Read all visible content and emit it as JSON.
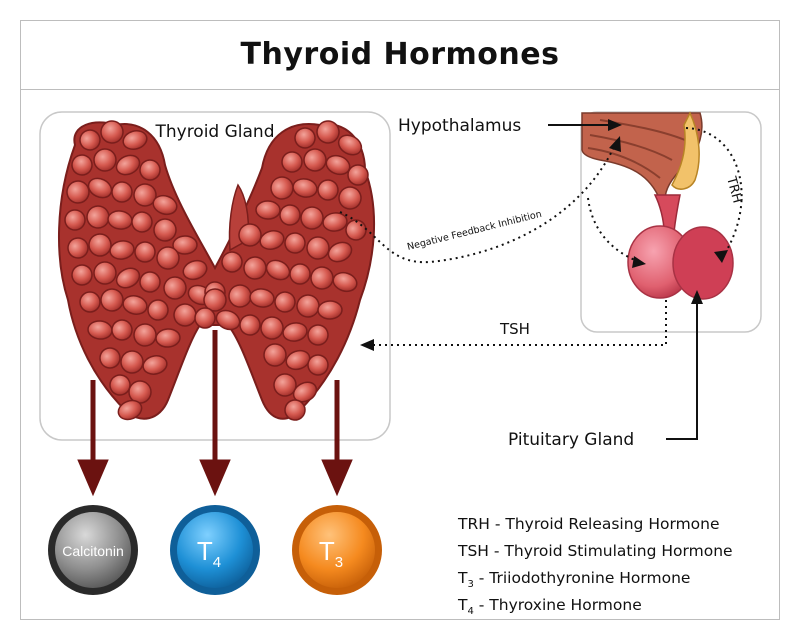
{
  "title": "Thyroid Hormones",
  "labels": {
    "thyroid_gland": "Thyroid Gland",
    "hypothalamus": "Hypothalamus",
    "pituitary_gland": "Pituitary Gland",
    "trh": "TRH",
    "tsh": "TSH",
    "negative_feedback": "Negative Feedback Inhibition"
  },
  "hormones": {
    "calcitonin": {
      "label": "Calcitonin",
      "color": "#8c8c8c"
    },
    "t4": {
      "label": "T",
      "sub": "4",
      "color": "#1e90d6"
    },
    "t3": {
      "label": "T",
      "sub": "3",
      "color": "#f58a1f"
    }
  },
  "legend": [
    {
      "abbr": "TRH",
      "sub": "",
      "text": " - Thyroid Releasing Hormone"
    },
    {
      "abbr": "TSH",
      "sub": "",
      "text": " - Thyroid Stimulating Hormone"
    },
    {
      "abbr": "T",
      "sub": "3",
      "text": " - Triiodothyronine Hormone"
    },
    {
      "abbr": "T",
      "sub": "4",
      "text": " - Thyroxine Hormone"
    }
  ],
  "colors": {
    "gland": "#c8453f",
    "gland_dark": "#7a1e1c",
    "arrow": "#6b1210",
    "pituitary": "#e06070"
  }
}
